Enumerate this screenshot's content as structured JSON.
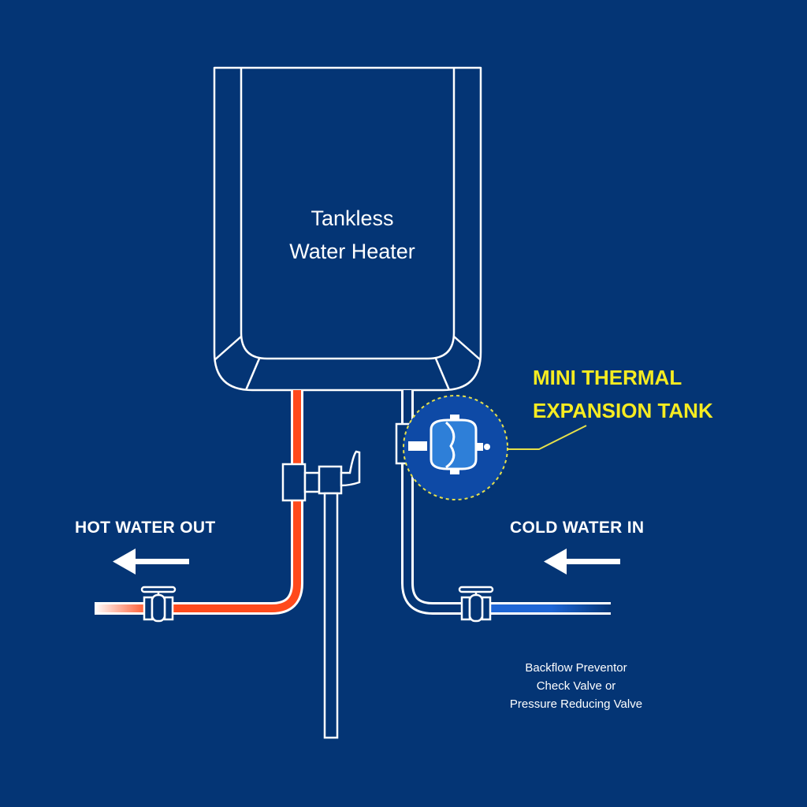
{
  "colors": {
    "background": "#043575",
    "outline": "#ffffff",
    "hot_pipe": "#ff4a1c",
    "cold_pipe": "#1e66d6",
    "callout_text": "#f7ec21",
    "callout_ring": "#e6e04a",
    "tank_body": "#2e7fd8"
  },
  "heater": {
    "title_line1": "Tankless",
    "title_line2": "Water Heater"
  },
  "callout": {
    "line1": "MINI THERMAL",
    "line2": "EXPANSION TANK"
  },
  "hot": {
    "label": "HOT WATER OUT",
    "arrow_icon": "arrow-left-icon"
  },
  "cold": {
    "label": "COLD WATER IN",
    "arrow_icon": "arrow-left-icon"
  },
  "note": {
    "line1": "Backflow Preventor",
    "line2": "Check Valve or",
    "line3": "Pressure Reducing Valve"
  }
}
